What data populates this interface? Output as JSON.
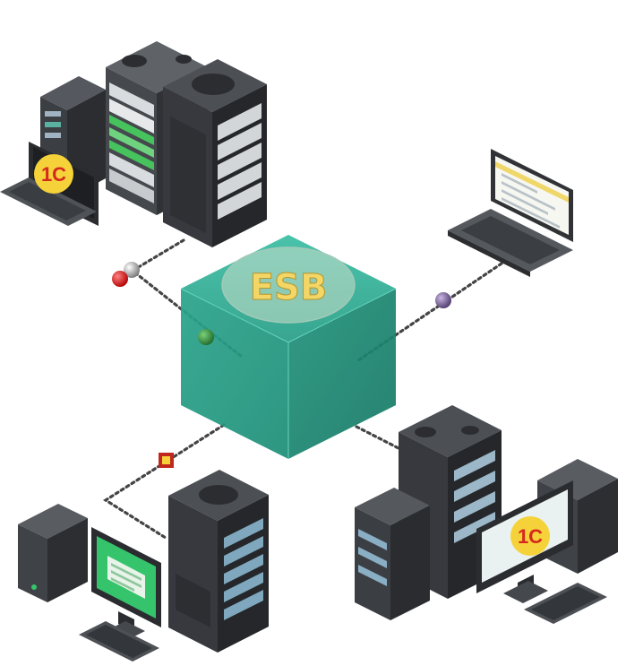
{
  "hub": {
    "label": "ESB",
    "label_color": "#f3d35a",
    "cube_color": "#2fae96"
  },
  "logos": {
    "top_left_laptop": "1C",
    "bottom_right_monitor": "1C"
  },
  "colors": {
    "server_body": "#3a3d42",
    "screen_green": "#35c46b",
    "logo_red": "#d5281e",
    "logo_yellow": "#f6d23a",
    "connection": "#444444"
  }
}
